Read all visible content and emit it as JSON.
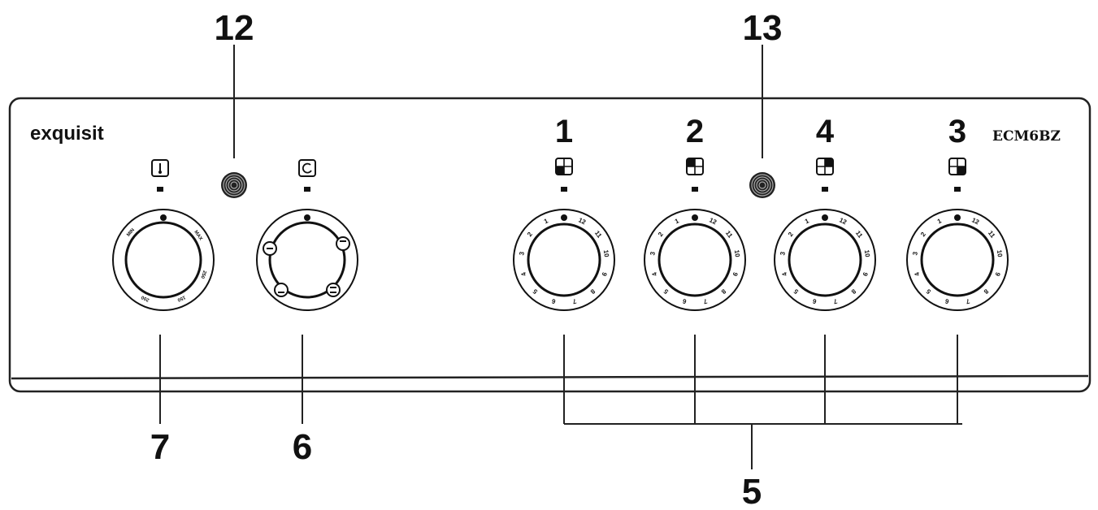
{
  "panel": {
    "brand": "exquisit",
    "model": "ECM6BZ"
  },
  "callouts": {
    "indicator_lamp_left": "12",
    "indicator_lamp_right": "13",
    "temperature_knob": "7",
    "function_knob": "6",
    "hotplate_knobs": "5"
  },
  "hotplates": [
    {
      "number": "1",
      "icon": "hotplate-front-left-icon",
      "hot_zone": "bottom-left"
    },
    {
      "number": "2",
      "icon": "hotplate-rear-left-icon",
      "hot_zone": "top-left"
    },
    {
      "number": "4",
      "icon": "hotplate-rear-right-icon",
      "hot_zone": "top-right"
    },
    {
      "number": "3",
      "icon": "hotplate-front-right-icon",
      "hot_zone": "bottom-right"
    }
  ],
  "dial_scale": [
    "1",
    "2",
    "3",
    "4",
    "5",
    "6",
    "7",
    "8",
    "9",
    "10",
    "11",
    "12"
  ],
  "temperature_dial_labels": [
    "MIN",
    "MAX",
    "150",
    "200",
    "250"
  ],
  "icons": {
    "temperature_symbol": "thermometer-icon",
    "function_symbol": "oven-function-icon",
    "lamp": "concentric-lamp-icon"
  }
}
